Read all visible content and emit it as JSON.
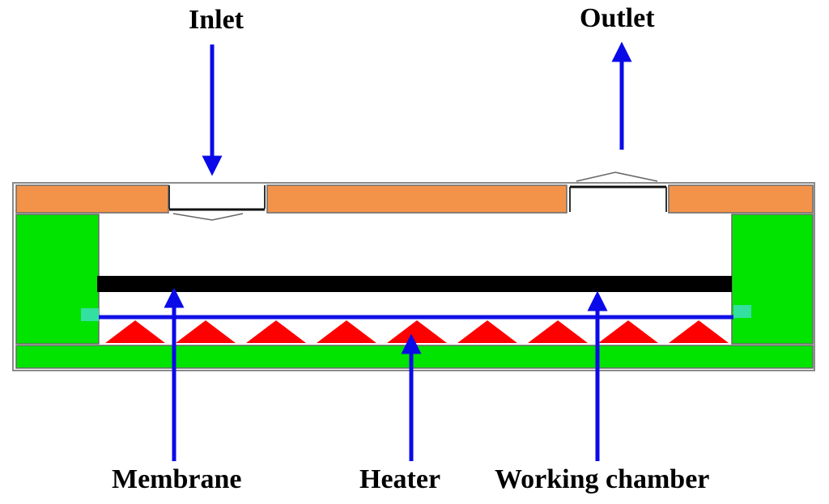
{
  "labels": {
    "inlet": "Inlet",
    "outlet": "Outlet",
    "membrane": "Membrane",
    "heater": "Heater",
    "working_chamber": "Working chamber"
  },
  "colors": {
    "top_plate": "#f3934a",
    "side_walls": "#00e400",
    "base": "#00e400",
    "membrane": "#000000",
    "heater_line": "#1010e6",
    "heater_elements": "#ff0000",
    "anchors": "#33e0a0",
    "arrows": "#0a0ae8",
    "outline": "#555555"
  },
  "icons": {
    "inlet_arrow": "arrow-down",
    "outlet_arrow": "arrow-up",
    "pointer_arrows": "arrow-up"
  },
  "heater_element_count": 9
}
